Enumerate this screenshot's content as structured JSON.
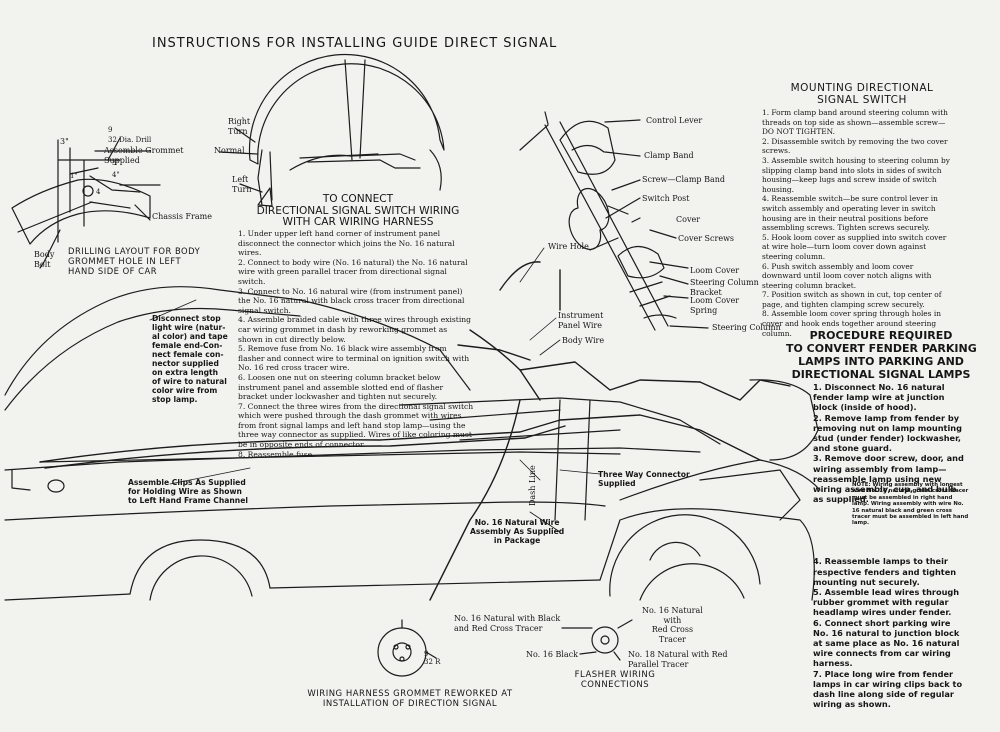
{
  "title": "INSTRUCTIONS FOR INSTALLING GUIDE DIRECT SIGNAL",
  "wiring_section": {
    "heading": "TO CONNECT\nDIRECTIONAL SIGNAL SWITCH WIRING\nWITH CAR WIRING HARNESS",
    "steps": [
      "1. Under upper left hand corner of instrument panel disconnect the connector which joins the No. 16 natural wires.",
      "2. Connect to body wire (No. 16 natural) the No. 16 natural wire with green parallel tracer from directional signal switch.",
      "3. Connect to No. 16 natural wire (from instrument panel) the No. 16 natural with black cross tracer from directional signal switch.",
      "4. Assemble braided cable with three wires through existing car wiring grommet in dash by reworking grommet as shown in cut directly below.",
      "5. Remove fuse from No. 16 black wire assembly from flasher and connect wire to terminal on ignition switch with No. 16 red cross tracer wire.",
      "6. Loosen one nut on steering column bracket below instrument panel and assemble slotted end of flasher bracket under lockwasher and tighten nut securely.",
      "7. Connect the three wires from the directional signal switch which were pushed through the dash grommet with wires from front signal lamps and left hand stop lamp—using the three way connector as supplied. Wires of like coloring must be in opposite ends of connector.",
      "8. Reassemble fuse."
    ]
  },
  "mounting_section": {
    "heading": "MOUNTING DIRECTIONAL\nSIGNAL SWITCH",
    "steps": [
      "1. Form clamp band around steering column with threads on top side as shown—assemble screw—DO NOT TIGHTEN.",
      "2. Disassemble switch by removing the two cover screws.",
      "3. Assemble switch housing to steering column by slipping clamp band into slots in sides of switch housing—keep lugs and screw inside of switch housing.",
      "4. Reassemble switch—be sure control lever in switch assembly and operating lever in switch housing are in their neutral positions before assembling screws. Tighten screws securely.",
      "5. Hook loom cover as supplied into switch cover at wire hole—turn loom cover down against steering column.",
      "6. Push switch assembly and loom cover downward until loom cover notch aligns with steering column bracket.",
      "7. Position switch as shown in cut, top center of page, and tighten clamping screw securely.",
      "8. Assemble loom cover spring through holes in cover and hook ends together around steering column."
    ]
  },
  "fender_section": {
    "heading": "PROCEDURE REQUIRED\nTO CONVERT FENDER PARKING\nLAMPS INTO PARKING AND\nDIRECTIONAL SIGNAL LAMPS",
    "steps": [
      "1. Disconnect No. 16 natural fender lamp wire at junction block (inside of hood).",
      "2. Remove lamp from fender by removing nut on lamp mounting stud (under fender) lockwasher, and stone guard.",
      "3. Remove door screw, door, and wiring assembly from lamp—reassemble lamp using new wiring assembly, cup, and bulb as supplied.",
      "4. Reassemble lamps to their respective fenders and tighten mounting nut securely.",
      "5. Assemble lead wires through rubber grommet with regular headlamp wires under fender.",
      "6. Connect short parking wire No. 16 natural to junction block at same place as No. 16 natural wire connects from car wiring harness.",
      "7. Place long wire from fender lamps in car wiring clips back to dash line along side of regular wiring as shown."
    ],
    "note": "NOTE: Wiring assembly with longest wire No. 16 natural green cross tracer must be assembled in right hand lamp. Wiring assembly with wire No. 16 natural black and green cross tracer must be assembled in left hand lamp."
  },
  "drilling": {
    "dims": [
      "3\"",
      "3\"",
      "4\"",
      "1\"",
      "4"
    ],
    "drill": "9\n32 Dia. Drill",
    "grommet": "Assemble Grommet\nSupplied",
    "chassis_frame": "Chassis Frame",
    "body_bolt": "Body\nBolt",
    "caption": "DRILLING LAYOUT FOR BODY\nGROMMET HOLE IN LEFT\nHAND SIDE OF CAR"
  },
  "wheel_labels": {
    "right_turn": "Right\nTurn",
    "normal": "Normal",
    "left_turn": "Left\nTurn"
  },
  "column_labels": {
    "control_lever": "Control Lever",
    "clamp_band": "Clamp Band",
    "screw_clamp_band": "Screw—Clamp Band",
    "switch_post": "Switch Post",
    "cover": "Cover",
    "cover_screws": "Cover Screws",
    "loom_cover": "Loom Cover",
    "steering_column_bracket": "Steering Column\nBracket",
    "loom_cover_spring": "Loom Cover\nSpring",
    "steering_column": "Steering Column"
  },
  "car_labels": {
    "stop_light": "Disconnect stop\nlight wire (natur-\nal color) and tape\nfemale end-Con-\nnect female con-\nnector supplied\non extra length\nof wire to natural\ncolor wire from\nstop lamp.",
    "wire_hole": "Wire Hole",
    "instrument_panel_wire": "Instrument\nPanel Wire",
    "body_wire": "Body Wire",
    "clips": "Assemble Clips As Supplied\nfor Holding Wire as Shown\nto Left Hand Frame Channel",
    "dash_line": "Dash Line",
    "three_way": "Three Way Connector\nSupplied",
    "natural_wire": "No. 16 Natural Wire\nAssembly As Supplied\nin Package"
  },
  "flasher": {
    "black_red": "No. 16 Natural with Black\nand Red Cross Tracer",
    "green_red": "No. 16 Natural\nwith\nRed Cross\nTracer",
    "black": "No. 16 Black",
    "red_parallel": "No. 18 Natural with Red\nParallel Tracer",
    "caption": "FLASHER WIRING\nCONNECTIONS"
  },
  "grommet_cut": {
    "dim": "9\n32 R",
    "caption": "WIRING HARNESS GROMMET REWORKED\nAT INSTALLATION OF DIRECTION SIGNAL"
  }
}
